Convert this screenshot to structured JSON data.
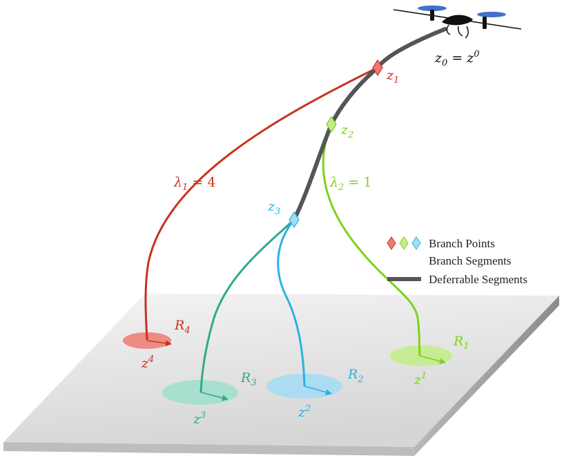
{
  "colors": {
    "red": "#c8321e",
    "red_region": "#ee7a70",
    "green": "#7fd11c",
    "green_region": "#c4ec8c",
    "cyan": "#2bb1e3",
    "cyan_region": "#a6dcf3",
    "teal": "#2fa98d",
    "teal_region": "#a2e0ce",
    "gray": "#555555",
    "rotor": "#3f72c8"
  },
  "labels": {
    "z0_main": "z",
    "z0_sub": "0",
    "z0_eq": " = ",
    "z0_rhs": "z",
    "z0_sup": "0",
    "z1": "z",
    "z1_sub": "1",
    "z2": "z",
    "z2_sub": "2",
    "z3": "z",
    "z3_sub": "3",
    "lambda1": "λ",
    "lambda1_sub": "1",
    "lambda1_rhs": " = 4",
    "lambda2": "λ",
    "lambda2_sub": "2",
    "lambda2_rhs": " = 1",
    "r4": "R",
    "r4_sub": "4",
    "r3": "R",
    "r3_sub": "3",
    "r2": "R",
    "r2_sub": "2",
    "r1": "R",
    "r1_sub": "1",
    "goal4": "z",
    "goal4_sup": "4",
    "goal3": "z",
    "goal3_sup": "3",
    "goal2": "z",
    "goal2_sup": "2",
    "goal1": "z",
    "goal1_sup": "1"
  },
  "legend": {
    "branch_points": "Branch Points",
    "branch_segments": "Branch Segments",
    "deferrable_segments": "Deferrable Segments"
  },
  "icons": {
    "drone": "quadrotor-drone-icon"
  }
}
